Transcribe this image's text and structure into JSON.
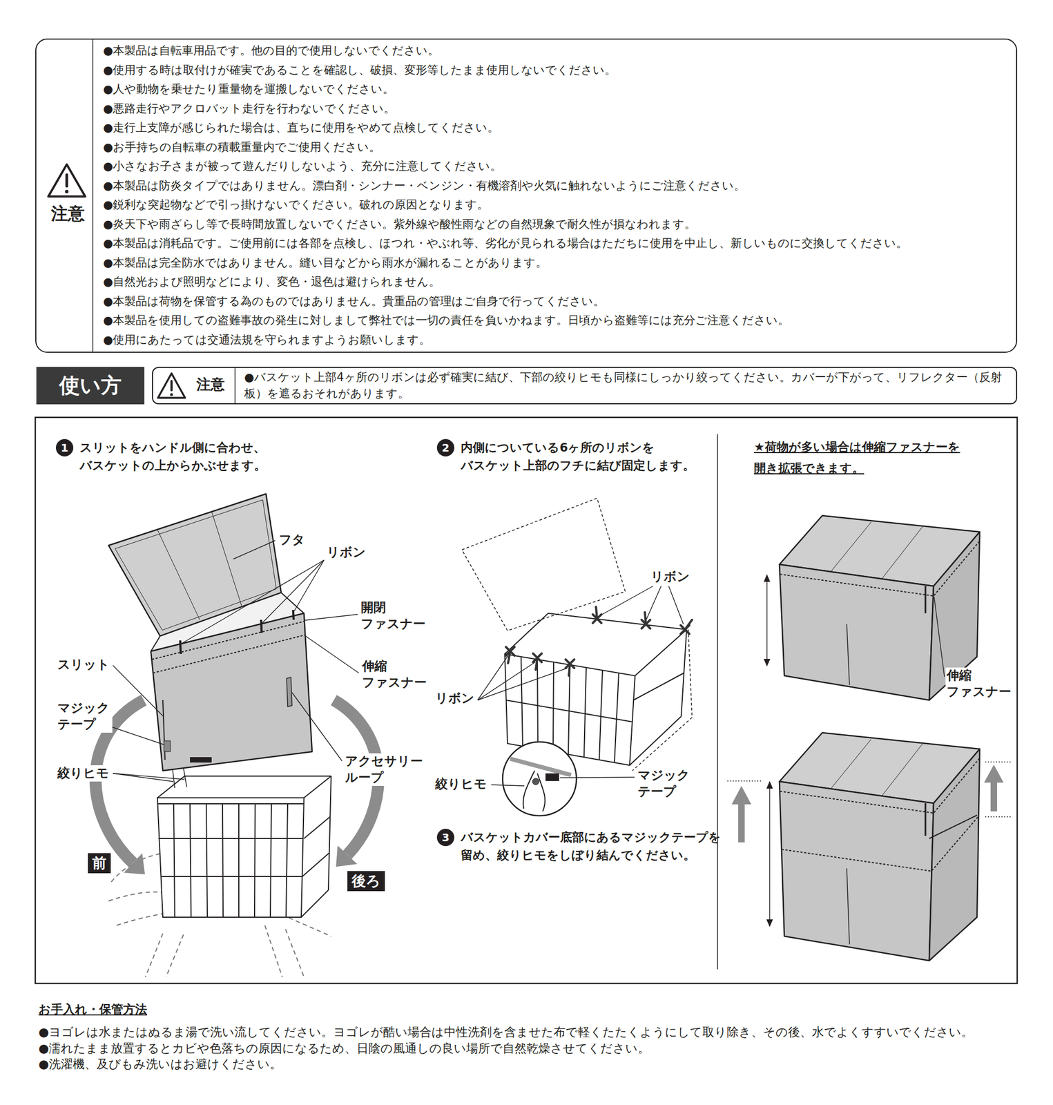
{
  "diagram": {
    "nodes": [
      {
        "text": [
          "注意",
          "●本製品は自転車用品です。他の目的で使用しないでください。",
          "●使用する時は取付けが確実であることを確認し、破損、変形等したまま使用しないでください。",
          "●人や動物を乗せたり重量物を運搬しないでください。",
          "●悪路走行やアクロバット走行を行わないでください。",
          "●走行上支障が感じられた場合は、直ちに使用をやめて点検してください。",
          "●お手持ちの自転車の積載重量内でご使用ください。",
          "●小さなお子さまが被って遊んだりしないよう、充分に注意してください。",
          "●本製品は防炎タイプではありません。漂白剤・シンナー・ベンジン・有機溶剤や火気に触れないようにご注意ください。",
          "●鋭利な突起物などで引っ掛けないでください。破れの原因となります。",
          "●炎天下や雨ざらし等で長時間放置しないでください。紫外線や酸性雨などの自然現象で耐久性が損なわれます。",
          "●本製品は消耗品です。ご使用前には各部を点検し、ほつれ・やぶれ等、劣化が見られる場合はただちに使用を中止し、新しいものに交換してください。",
          "●本製品は完全防水ではありません。縫い目などから雨水が漏れることがあります。",
          "●自然光および照明などにより、変色・退色は避けられません。",
          "●本製品は荷物を保管する為のものではありません。貴重品の管理はご自身で行ってください。",
          "●本製品を使用しての盗難事故の発生に対しまして弊社では一切の責任を負いかねます。日頃から盗難等には充分ご注意ください。",
          "●使用にあたっては交通法規を守られますようお願いします。"
        ]
      },
      {
        "text": [
          "使い方"
        ]
      },
      {
        "text": [
          "注意",
          "●バスケット上部4ヶ所のリボンは必ず確実に結び、下部の絞りヒモも同様にしっかり絞ってください。カバーが下がって、リフレクター（反射板）を遮るおそれがあります。"
        ]
      },
      {
        "text": [
          "1",
          "スリットをハンドル側に合わせ、 バスケットの上からかぶせます。"
        ]
      },
      {
        "text": [
          "前"
        ]
      },
      {
        "text": [
          "後ろ"
        ]
      },
      {
        "text": [
          "2",
          "内側についている6ヶ所のリボンを バスケット上部のフチに結び固定します。"
        ]
      },
      {
        "text": [
          "3",
          "バスケットカバー底部にあるマジックテープを 留め、絞りヒモをしぼり結んでください。"
        ]
      }
    ],
    "labels": [
      "フタ",
      "リボン",
      "開閉 ファスナー",
      "伸縮 ファスナー",
      "スリット",
      "マジック テープ",
      "絞りヒモ",
      "アクセサリー ループ",
      "リボン",
      "リボン",
      "絞りヒモ",
      "マジック テープ",
      "★荷物が多い場合は伸縮ファスナーを 開き拡張できます。",
      "伸縮 ファスナー",
      "お手入れ・保管方法",
      "●ヨゴレは水またはぬるま湯で洗い流してください。ヨゴレが酷い場合は中性洗剤を含ませた布で軽くたたくようにして取り除き、その後、水でよくすすいでください。",
      "●濡れたまま放置するとカビや色落ちの原因になるため、日陰の風通しの良い場所で自然乾燥させてください。",
      "●洗濯機、及びもみ洗いはお避けください。"
    ]
  }
}
